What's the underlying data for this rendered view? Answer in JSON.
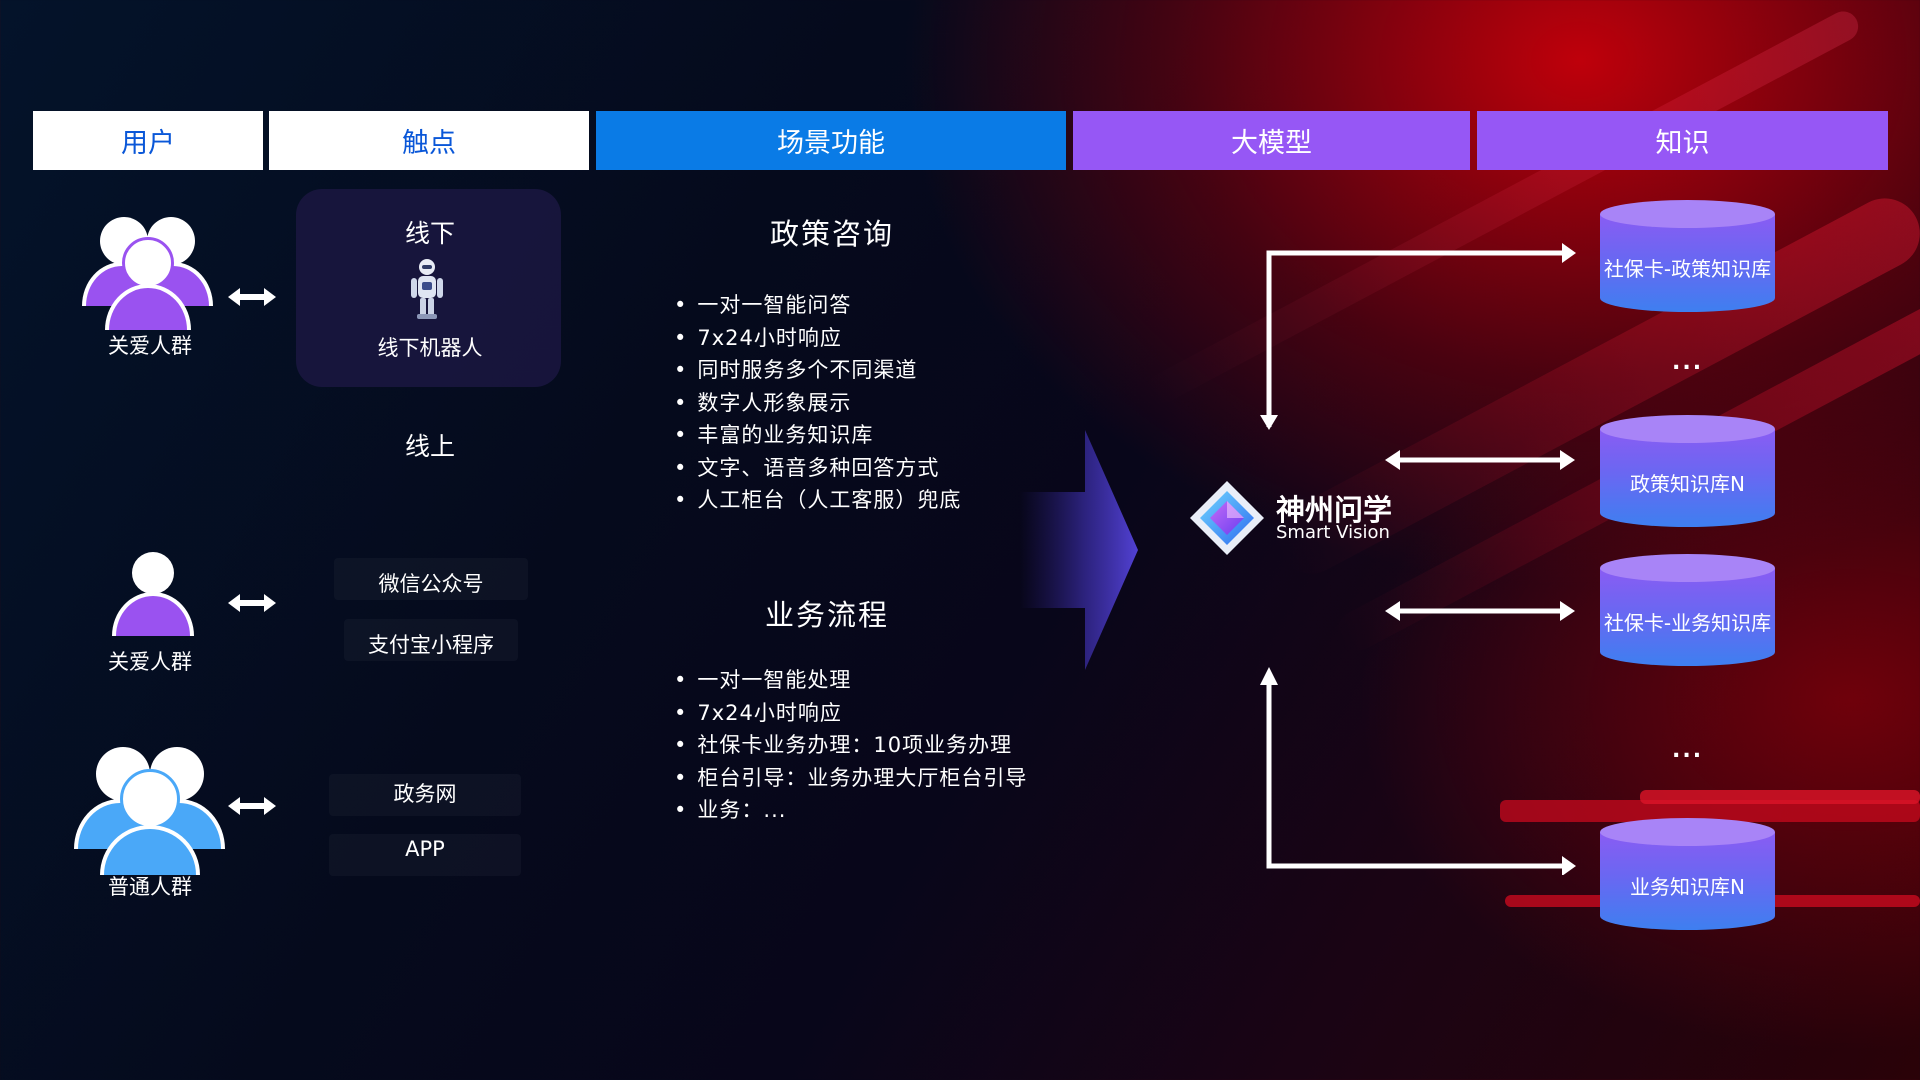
{
  "headers": {
    "user": "用户",
    "touchpoint": "触点",
    "scenario": "场景功能",
    "model": "大模型",
    "knowledge": "知识"
  },
  "users": {
    "care_group_1": "关爱人群",
    "care_group_2": "关爱人群",
    "general_group": "普通人群"
  },
  "touchpoints": {
    "offline": "线下",
    "offline_robot": "线下机器人",
    "online": "线上",
    "wechat": "微信公众号",
    "alipay": "支付宝小程序",
    "gov_portal": "政务网",
    "app": "APP"
  },
  "scenarios": {
    "policy": {
      "title": "政策咨询",
      "items": [
        "一对一智能问答",
        "7x24小时响应",
        "同时服务多个不同渠道",
        "数字人形象展示",
        "丰富的业务知识库",
        "文字、语音多种回答方式",
        "人工柜台（人工客服）兜底"
      ]
    },
    "process": {
      "title": "业务流程",
      "items": [
        "一对一智能处理",
        "7x24小时响应",
        "社保卡业务办理：10项业务办理",
        "柜台引导：业务办理大厅柜台引导",
        "业务：..."
      ]
    }
  },
  "model": {
    "name": "神州问学",
    "subtitle": "Smart Vision"
  },
  "knowledge": {
    "kb1": "社保卡-政策知识库",
    "ellipsis_1": "...",
    "kb2": "政策知识库N",
    "kb3": "社保卡-业务知识库",
    "ellipsis_2": "...",
    "kb4": "业务知识库N"
  },
  "colors": {
    "header_white_text": "#0a57d8",
    "header_blue": "#0a7be6",
    "header_purple": "#9657f5",
    "care_person": "#9a52f0",
    "general_person": "#4aa8f8"
  }
}
